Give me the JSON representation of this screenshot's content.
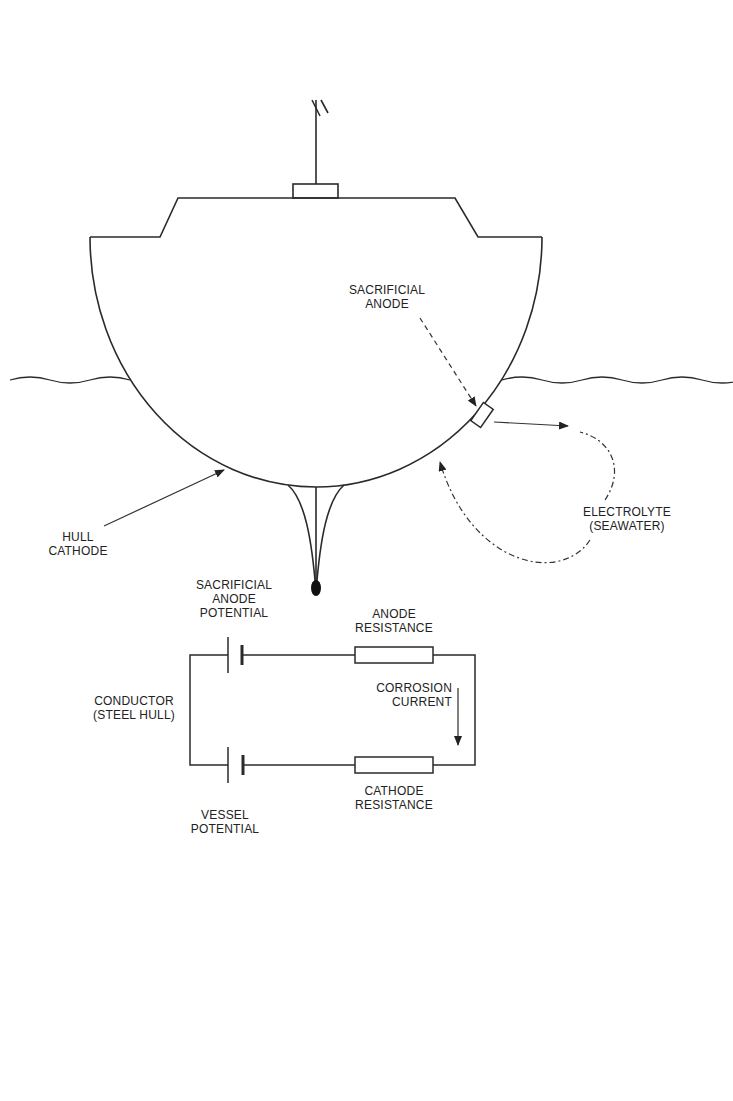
{
  "diagram": {
    "labels": [
      "SACRIFICIAL ANODE",
      "ELECTROLYTE (SEAWATER)",
      "HULL CATHODE",
      "SACRIFICIAL ANODE POTENTIAL",
      "ANODE RESISTANCE",
      "CONDUCTOR (STEEL HULL)",
      "CORROSION CURRENT",
      "CATHODE RESISTANCE",
      "VESSEL POTENTIAL"
    ]
  }
}
